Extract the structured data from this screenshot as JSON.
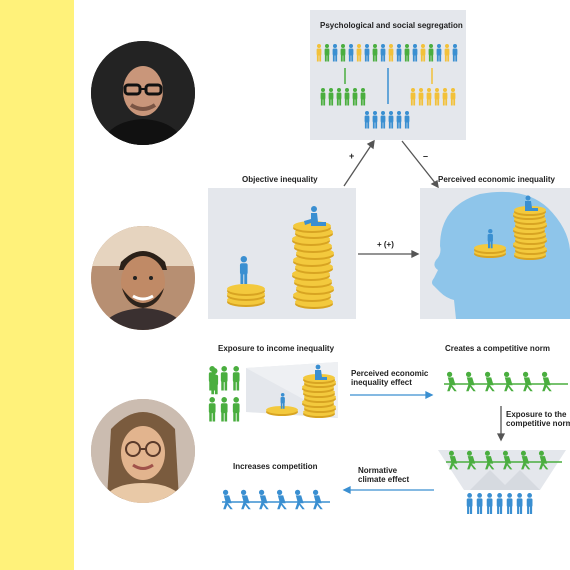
{
  "top": {
    "title": "Psychological and social segregation"
  },
  "left_panel": {
    "title": "Objective inequality"
  },
  "right_panel": {
    "title": "Perceived economic inequality"
  },
  "arrows": {
    "plus_left": "+",
    "minus_right": "–",
    "middle": "+ (+)"
  },
  "bottom": {
    "exposure": "Exposure to income inequality",
    "perceived_effect_line1": "Perceived economic",
    "perceived_effect_line2": "inequality effect",
    "competitive_norm": "Creates a competitive norm",
    "exposure_norm_line1": "Exposure to the",
    "exposure_norm_line2": "competitive norm",
    "normative_line1": "Normative",
    "normative_line2": "climate effect",
    "increases": "Increases competition"
  },
  "colors": {
    "stripe": "#fff27a",
    "blue": "#3a8fd1",
    "green": "#4aae3f",
    "yellow": "#f2c13a",
    "coin": "#f0c030",
    "panel": "#e4e7ec",
    "head": "#8ec5ea"
  },
  "icons": [
    "person-portrait",
    "person-figure-icon",
    "coin-stack-icon",
    "head-silhouette-icon",
    "tug-of-war-icon"
  ]
}
